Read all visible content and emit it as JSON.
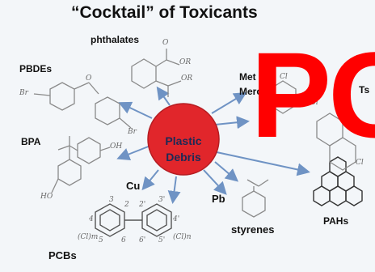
{
  "title": "“Cocktail” of Toxicants",
  "overlay_text": "PO",
  "center": {
    "line1": "Plastic",
    "line2": "Debris"
  },
  "labels": {
    "phthalates": "phthalates",
    "pbdes": "PBDEs",
    "bpa": "BPA",
    "cu": "Cu",
    "pcbs": "PCBs",
    "pb": "Pb",
    "styrenes": "styrenes",
    "pahs": "PAHs",
    "metal_partial1": "Met",
    "metal_partial2": "Merc",
    "ts_partial": "Ts",
    "cl_a": "Cl",
    "cl_b": "Cl",
    "cl_c": "Cl"
  },
  "chem_text": {
    "phthalate_or1": "OR",
    "phthalate_or2": "OR",
    "phthalate_o": "O",
    "pbde_br1": "Br",
    "pbde_br2": "Br",
    "pbde_o": "O",
    "bpa_oh1": "OH",
    "bpa_oh2": "HO",
    "pcb_clm": "(Cl)m",
    "pcb_cln": "(Cl)n",
    "pcb_nums": [
      "3",
      "2",
      "2'",
      "3'",
      "4",
      "4'",
      "5",
      "6",
      "6'",
      "5'"
    ]
  },
  "colors": {
    "center_fill": "#e1262b",
    "center_text": "#1d2a56",
    "arrow": "#6f93c4",
    "overlay": "#ff0000",
    "background": "#f3f6f9"
  }
}
